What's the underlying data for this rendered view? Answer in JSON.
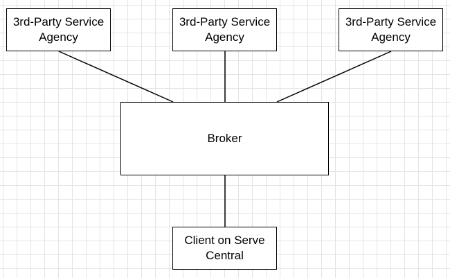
{
  "diagram": {
    "nodes": [
      {
        "id": "agency-1",
        "label": "3rd-Party Service Agency"
      },
      {
        "id": "agency-2",
        "label": "3rd-Party Service Agency"
      },
      {
        "id": "agency-3",
        "label": "3rd-Party Service Agency"
      },
      {
        "id": "broker",
        "label": "Broker"
      },
      {
        "id": "client",
        "label": "Client on Serve Central"
      }
    ],
    "edges": [
      {
        "from": "agency-1",
        "to": "broker"
      },
      {
        "from": "agency-2",
        "to": "broker"
      },
      {
        "from": "agency-3",
        "to": "broker"
      },
      {
        "from": "broker",
        "to": "client"
      }
    ],
    "colors": {
      "stroke": "#000000",
      "box_fill": "#ffffff",
      "grid": "#e4e4e4",
      "background": "#ffffff"
    }
  }
}
